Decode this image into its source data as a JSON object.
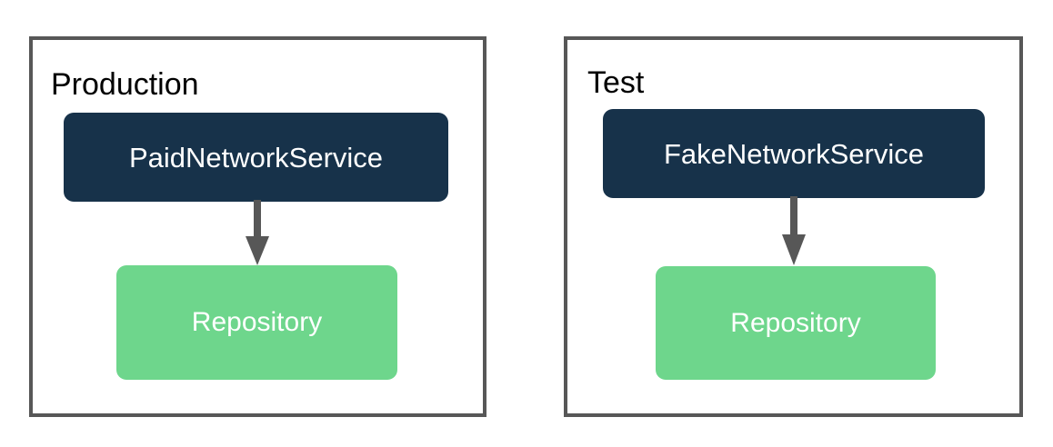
{
  "diagram": {
    "type": "dependency-substitution-diagram",
    "groups": [
      {
        "id": "production",
        "label": "Production",
        "nodes": [
          {
            "id": "paid-network-service",
            "label": "PaidNetworkService",
            "role": "service",
            "color": "#17324a",
            "text_color": "#ffffff"
          },
          {
            "id": "repository-production",
            "label": "Repository",
            "role": "repository",
            "color": "#6ed68c",
            "text_color": "#ffffff"
          }
        ],
        "edges": [
          {
            "from": "paid-network-service",
            "to": "repository-production",
            "direction": "down",
            "style": "solid-arrow",
            "color": "#575757"
          }
        ]
      },
      {
        "id": "test",
        "label": "Test",
        "nodes": [
          {
            "id": "fake-network-service",
            "label": "FakeNetworkService",
            "role": "service",
            "color": "#17324a",
            "text_color": "#ffffff"
          },
          {
            "id": "repository-test",
            "label": "Repository",
            "role": "repository",
            "color": "#6ed68c",
            "text_color": "#ffffff"
          }
        ],
        "edges": [
          {
            "from": "fake-network-service",
            "to": "repository-test",
            "direction": "down",
            "style": "solid-arrow",
            "color": "#575757"
          }
        ]
      }
    ],
    "colors": {
      "background": "#ffffff",
      "group_border": "#575757",
      "service_fill": "#17324a",
      "repository_fill": "#6ed68c",
      "arrow": "#575757",
      "label_text": "#000000",
      "node_text": "#ffffff"
    }
  }
}
